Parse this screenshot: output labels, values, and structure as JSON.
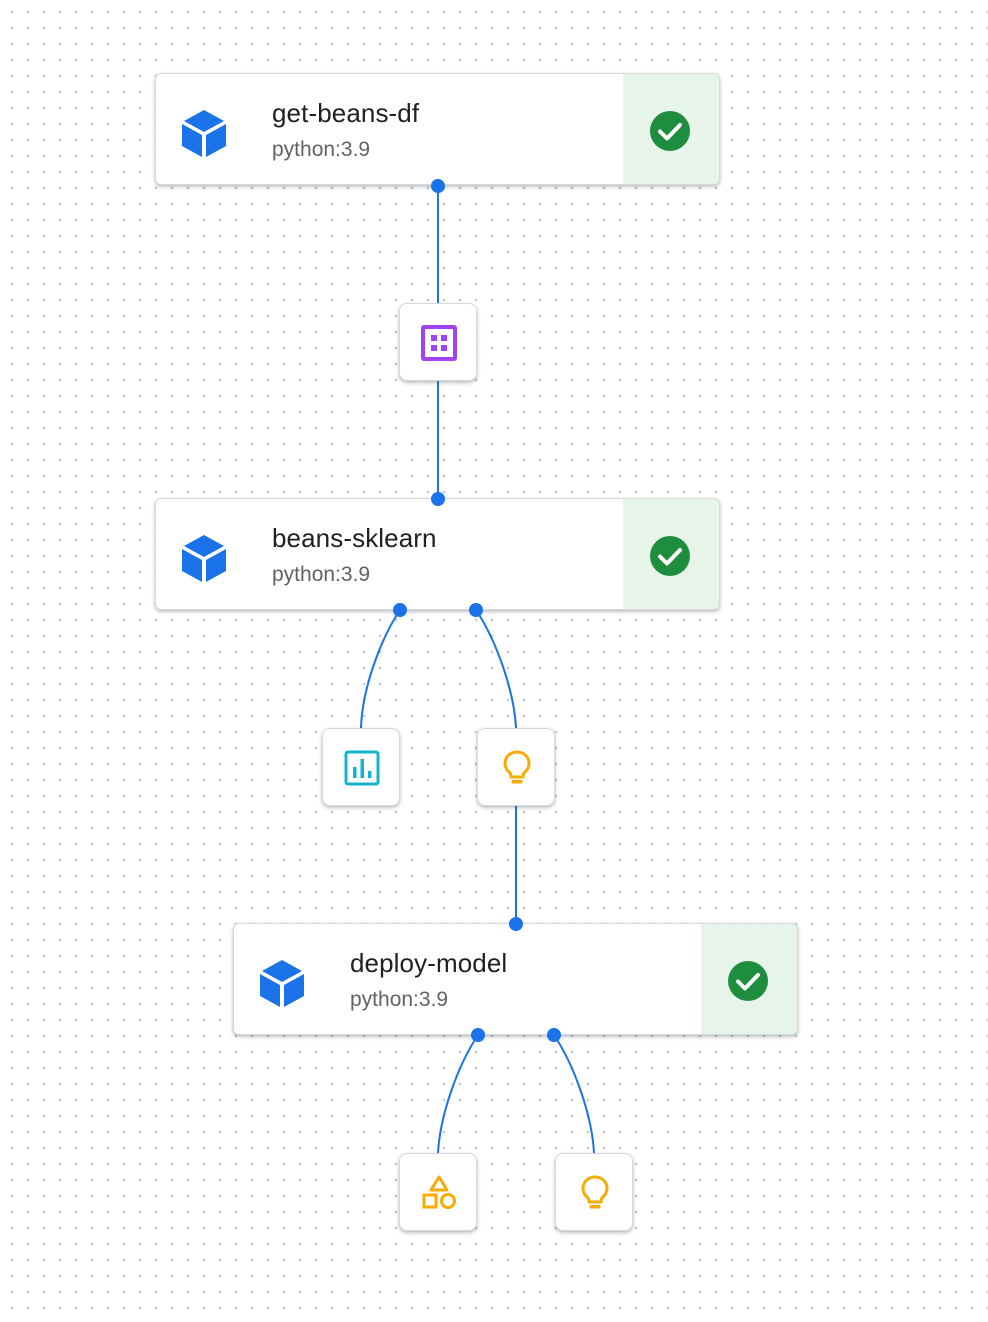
{
  "tasks": [
    {
      "name": "get-beans-df",
      "image": "python:3.9",
      "status": "succeeded",
      "icon": "cube-icon",
      "status_icon": "check-circle-icon"
    },
    {
      "name": "beans-sklearn",
      "image": "python:3.9",
      "status": "succeeded",
      "icon": "cube-icon",
      "status_icon": "check-circle-icon"
    },
    {
      "name": "deploy-model",
      "image": "python:3.9",
      "status": "succeeded",
      "icon": "cube-icon",
      "status_icon": "check-circle-icon"
    }
  ],
  "artifacts": [
    {
      "type": "dataset",
      "icon": "table-grid-icon",
      "color": "#a142f4"
    },
    {
      "type": "metrics",
      "icon": "bar-chart-icon",
      "color": "#12b5cb"
    },
    {
      "type": "model",
      "icon": "lightbulb-icon",
      "color": "#f9ab00"
    },
    {
      "type": "artifact",
      "icon": "shapes-icon",
      "color": "#f9ab00"
    },
    {
      "type": "model",
      "icon": "lightbulb-icon",
      "color": "#f9ab00"
    }
  ],
  "colors": {
    "edge": "#1a73e8",
    "task_icon": "#1a73e8",
    "status_bg": "#e6f4ea",
    "status_check": "#1e8e3e"
  }
}
